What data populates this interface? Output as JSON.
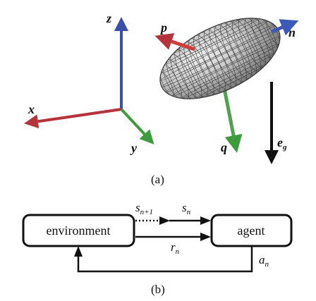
{
  "panel_a": {
    "caption": "(a)",
    "axis_labels": {
      "x": "x",
      "y": "y",
      "z": "z"
    },
    "body_axis_labels": {
      "p": "p",
      "q": "q",
      "n": "n"
    },
    "gravity_label": "e",
    "gravity_sub": "g",
    "colors": {
      "x": "#b5343c",
      "y": "#3c9c3c",
      "z": "#3a4fa8",
      "p": "#d33a3a",
      "q": "#4fa04f",
      "n": "#3d59b8",
      "gravity": "#111111"
    }
  },
  "panel_b": {
    "caption": "(b)",
    "environment_label": "environment",
    "agent_label": "agent",
    "next_state": {
      "base": "s",
      "sub": "n+1"
    },
    "state": {
      "base": "s",
      "sub": "n"
    },
    "reward": {
      "base": "r",
      "sub": "n"
    },
    "action": {
      "base": "a",
      "sub": "n"
    }
  }
}
